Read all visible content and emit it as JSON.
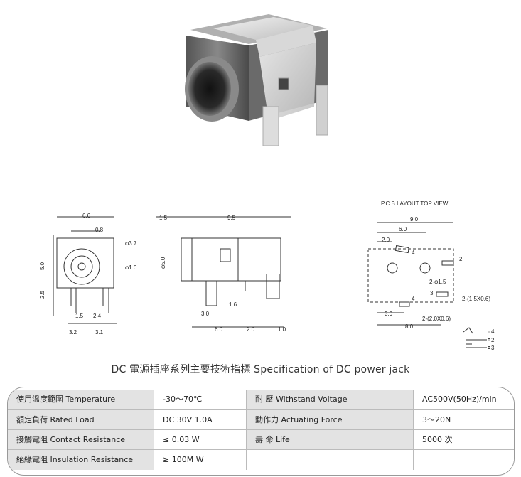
{
  "drawings": {
    "side_view": {
      "dims": [
        "1.5",
        "9.5",
        "φ5.0",
        "1.6",
        "3.0",
        "6.0",
        "2.0",
        "1.0"
      ]
    },
    "front_view": {
      "dims": [
        "6.6",
        "0.8",
        "φ3.7",
        "φ1.0",
        "5.0",
        "2.5",
        "1.5",
        "2.4",
        "3.2",
        "3.1"
      ]
    },
    "pcb_layout": {
      "title": "P.C.B LAYOUT    TOP VIEW",
      "dims": [
        "9.0",
        "6.0",
        "2.0",
        "4",
        "2",
        "2-φ1.5",
        "3",
        "2-(1.5X0.6)",
        "4",
        "3.0",
        "2-(2.0X0.6)",
        "8.0"
      ],
      "schematic_pins": [
        "4",
        "2",
        "3"
      ]
    }
  },
  "caption": "DC  電源插座系列主要技術指標 Specification of DC power jack",
  "spec_table": {
    "rows": [
      {
        "label1": "使用溫度範圍 Temperature",
        "value1": "-30～70℃",
        "label2": "耐   壓  Withstand Voltage",
        "value2": "AC500V(50Hz)/min"
      },
      {
        "label1": "額定負荷  Rated Load",
        "value1": "DC  30V  1.0A",
        "label2": "動作力  Actuating Force",
        "value2": "3～20N"
      },
      {
        "label1": "接觸電阻  Contact Resistance",
        "value1": "≤ 0.03 W",
        "label2": "壽   命  Life",
        "value2": "5000 次"
      },
      {
        "label1": "絕緣電阻  Insulation Resistance",
        "value1": "≥ 100M W",
        "label2": "",
        "value2": ""
      }
    ]
  }
}
